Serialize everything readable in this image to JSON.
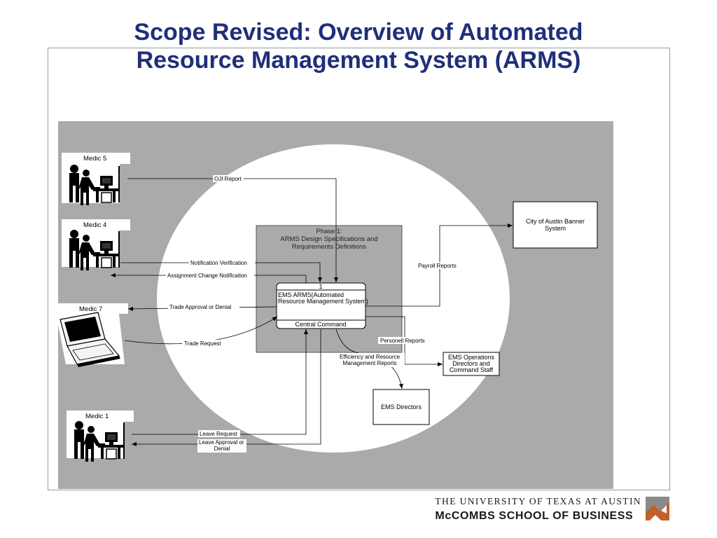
{
  "title_line1": "Scope Revised:  Overview of Automated",
  "title_line2": "Resource Management System (ARMS)",
  "phase": {
    "line1": "Phase 1:",
    "line2": "ARMS Design Specifications and",
    "line3": "Requirements Definitions"
  },
  "process": {
    "number": "1",
    "line1": "EMS ARMS(Automated",
    "line2": "Resource Management System)",
    "owner": "Central Command"
  },
  "medics": {
    "medic5": "Medic 5",
    "medic4": "Medic 4",
    "medic7": "Medic 7",
    "medic1": "Medic 1"
  },
  "entities": {
    "banner_line1": "City of Austin Banner",
    "banner_line2": "System",
    "ops_line1": "EMS Operations",
    "ops_line2": "Directors and",
    "ops_line3": "Command Staff",
    "directors": "EMS Directors"
  },
  "flows": {
    "oji": "OJI Report",
    "notif_verif": "Notification Verification",
    "assign_change": "Assignment Change Notification",
    "trade_approval": "Trade Approval or Denial",
    "trade_request": "Trade Request",
    "payroll": "Payroll Reports",
    "personell": "Personell Reports",
    "efficiency_line1": "Efficiency and Resource",
    "efficiency_line2": "Management Reports",
    "leave_request": "Leave Request",
    "leave_approval_line1": "Leave Approval or",
    "leave_approval_line2": "Denial"
  },
  "footer": {
    "line1": "THE UNIVERSITY OF TEXAS AT AUSTIN",
    "line2": "McCOMBS SCHOOL OF BUSINESS"
  },
  "colors": {
    "title": "#1f2f7a",
    "diagram_bg": "#aaaaaa",
    "logo_orange": "#c0612b",
    "logo_gray": "#8a8a8a"
  }
}
